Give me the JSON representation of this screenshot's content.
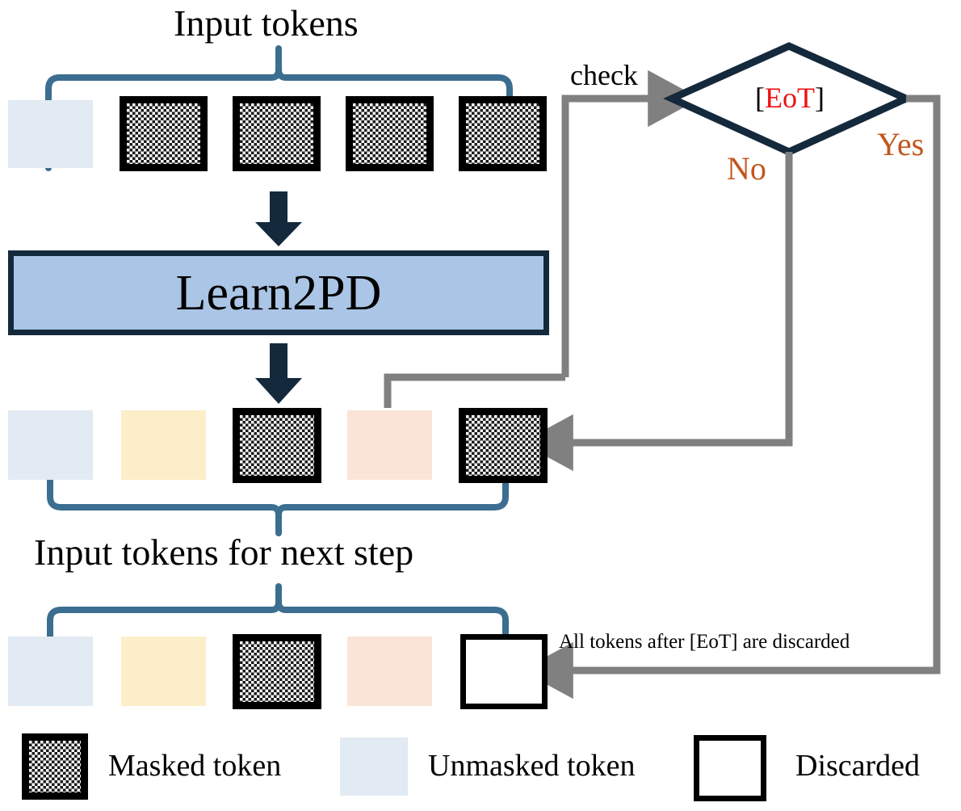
{
  "diagram": {
    "title_top": "Input tokens",
    "title_mid": "Input tokens for next step",
    "process_label": "Learn2PD",
    "check_label": "check",
    "decision_label_open": "[",
    "decision_label_text": "EoT",
    "decision_label_close": "]",
    "branch_no": "No",
    "branch_yes": "Yes",
    "discard_note": "All tokens after [EoT] are discarded"
  },
  "colors": {
    "unmasked": "#e2eaf3",
    "cream": "#fbeec9",
    "peach": "#f9e4d7",
    "masked_border": "#000000",
    "process_fill": "#aac5e6",
    "process_border": "#15293c",
    "brace": "#3b6e90",
    "arrow_dark": "#15293c",
    "arrow_gray": "#808080",
    "accent_orange": "#c1561e",
    "accent_red": "#ee1111"
  },
  "rows": {
    "input_row": [
      {
        "kind": "unmasked",
        "label": "unmasked-token"
      },
      {
        "kind": "masked",
        "label": "masked-token"
      },
      {
        "kind": "masked",
        "label": "masked-token"
      },
      {
        "kind": "masked",
        "label": "masked-token"
      },
      {
        "kind": "masked",
        "label": "masked-token"
      }
    ],
    "output_row": [
      {
        "kind": "unmasked",
        "label": "unmasked-token"
      },
      {
        "kind": "cream",
        "label": "predicted-token"
      },
      {
        "kind": "masked",
        "label": "masked-token"
      },
      {
        "kind": "peach",
        "label": "eot-token"
      },
      {
        "kind": "masked",
        "label": "masked-token"
      }
    ],
    "next_row": [
      {
        "kind": "unmasked",
        "label": "unmasked-token"
      },
      {
        "kind": "cream",
        "label": "predicted-token"
      },
      {
        "kind": "masked",
        "label": "masked-token"
      },
      {
        "kind": "peach",
        "label": "eot-token"
      },
      {
        "kind": "discarded",
        "label": "discarded-token"
      }
    ]
  },
  "legend": {
    "items": [
      {
        "swatch": "masked",
        "label": "Masked token"
      },
      {
        "swatch": "unmasked",
        "label": "Unmasked token"
      },
      {
        "swatch": "discarded",
        "label": "Discarded"
      }
    ]
  }
}
